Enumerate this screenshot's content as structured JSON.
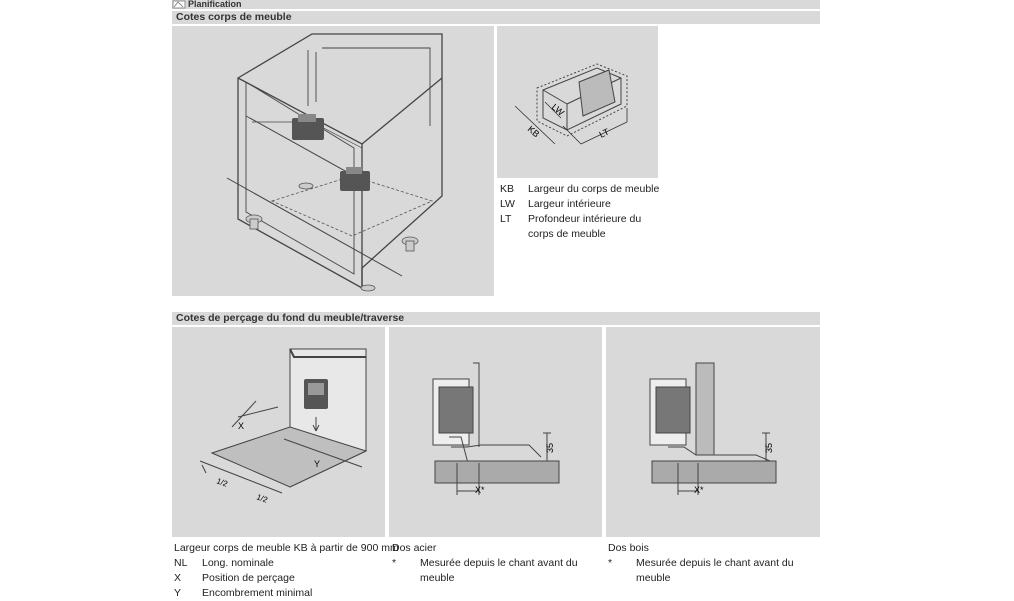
{
  "header": {
    "title": "Planification"
  },
  "section1": {
    "title": "Cotes corps de meuble"
  },
  "section2": {
    "title": "Cotes de perçage du fond du meuble/traverse"
  },
  "diagram_labels": {
    "kb": "KB",
    "lw": "LW",
    "lt": "LT",
    "x": "X",
    "y": "Y",
    "half1": "1/2",
    "half2": "1/2",
    "x_star": "X*",
    "dim35": "35"
  },
  "legend1": [
    {
      "abbr": "KB",
      "text": "Largeur du corps de meuble"
    },
    {
      "abbr": "LW",
      "text": "Largeur intérieure"
    },
    {
      "abbr": "LT",
      "text": "Profondeur intérieure du"
    },
    {
      "abbr": "",
      "text": "corps de meuble"
    }
  ],
  "legend2": {
    "heading": "Largeur corps de meuble KB à partir de 900 mm",
    "items": [
      {
        "abbr": "NL",
        "text": "Long. nominale"
      },
      {
        "abbr": "X",
        "text": "Position de perçage"
      },
      {
        "abbr": "Y",
        "text": "Encombrement minimal"
      }
    ]
  },
  "legend3": {
    "heading": "Dos acier",
    "mark": "*",
    "text1": "Mesurée depuis le chant avant du",
    "text2": "meuble"
  },
  "legend4": {
    "heading": "Dos bois",
    "mark": "*",
    "text1": "Mesurée depuis le chant avant du",
    "text2": "meuble"
  }
}
